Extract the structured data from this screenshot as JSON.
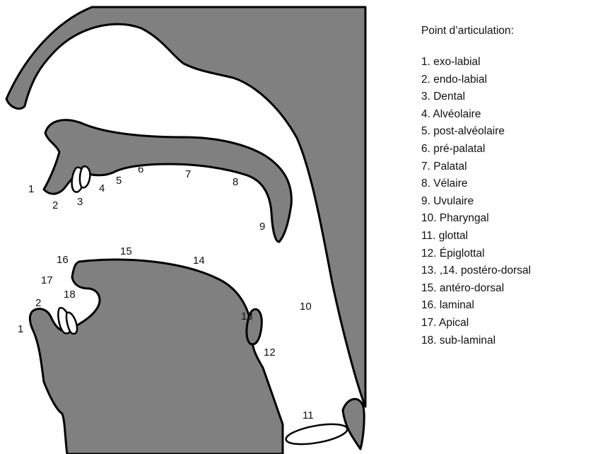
{
  "legend": {
    "title": "Point d’articulation:",
    "items": [
      "1. exo-labial",
      "2. endo-labial",
      "3. Dental",
      "4. Alvéolaire",
      "5. post-alvéolaire",
      "6. pré-palatal",
      "7. Palatal",
      "8. Vélaire",
      "9. Uvulaire",
      "10. Pharyngal",
      "11. glottal",
      "12. Épiglottal",
      "13. ,14. postéro-dorsal",
      "15. antéro-dorsal",
      "16. laminal",
      "17. Apical",
      "18. sub-laminal"
    ]
  },
  "diagram_labels": {
    "upper_lip": "1",
    "upper_lip_inner": "2",
    "upper_teeth": "3",
    "alveolar": "4",
    "post_alveolar": "5",
    "pre_palatal": "6",
    "palatal": "7",
    "velar": "8",
    "uvular": "9",
    "pharyngal": "10",
    "glottal": "11",
    "epiglottal": "12",
    "postero_dorsal_13": "13",
    "postero_dorsal_14": "14",
    "antero_dorsal": "15",
    "laminal": "16",
    "apical": "17",
    "sub_laminal": "18",
    "lower_lip_inner": "2",
    "lower_lip": "1"
  },
  "colors": {
    "anatomy_fill": "#808080",
    "outline": "#000000",
    "background": "#ffffff",
    "text": "#111111"
  }
}
